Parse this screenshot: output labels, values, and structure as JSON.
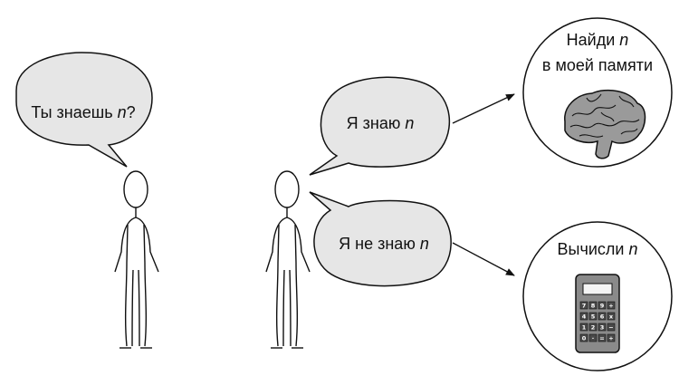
{
  "bubbles": {
    "question": {
      "text": "Ты знаешь ",
      "var": "n",
      "suffix": "?"
    },
    "know": {
      "text": "Я знаю ",
      "var": "n"
    },
    "dont_know": {
      "text": "Я не знаю ",
      "var": "n"
    }
  },
  "circles": {
    "memory": {
      "line1_text": "Найди ",
      "line1_var": "n",
      "line2": "в моей памяти"
    },
    "compute": {
      "text": "Вычисли ",
      "var": "n"
    }
  },
  "calculator": {
    "keys": [
      [
        "7",
        "8",
        "9",
        "+"
      ],
      [
        "4",
        "5",
        "6",
        "x"
      ],
      [
        "1",
        "2",
        "3",
        "−"
      ],
      [
        "0",
        "·",
        "=",
        "+"
      ]
    ]
  },
  "colors": {
    "bubble_fill": "#e6e6e6",
    "stroke": "#111111",
    "brain_fill": "#9a9a9a",
    "calc_body": "#8a8a8a",
    "calc_key": "#4a4a4a",
    "calc_screen": "#f4f4f4"
  }
}
